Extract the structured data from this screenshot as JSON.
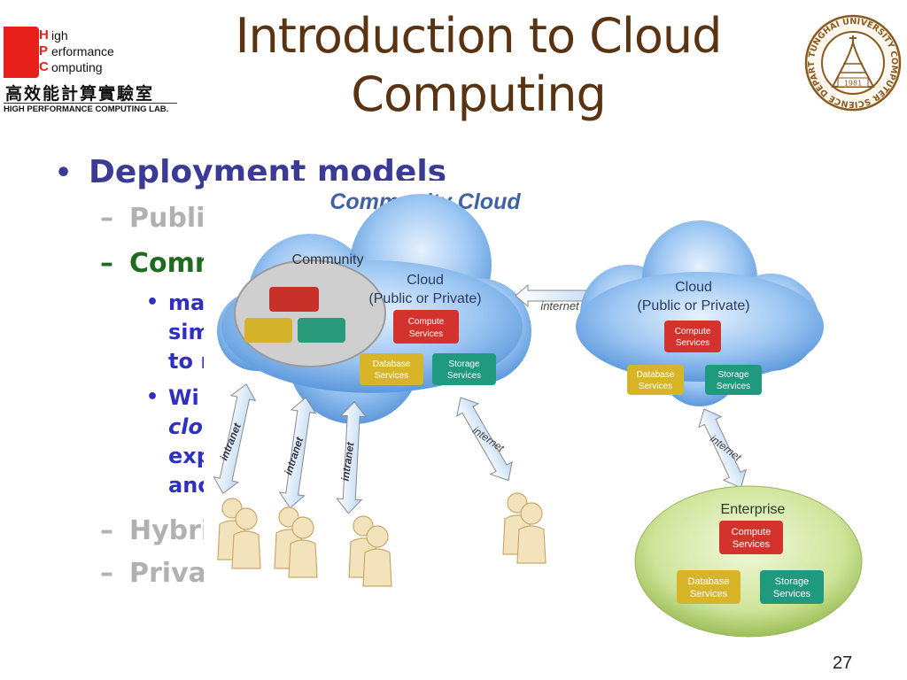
{
  "logo": {
    "letters": [
      "H",
      "P",
      "C"
    ],
    "words": [
      "igh",
      "erformance",
      "omputing"
    ],
    "chinese": "高效能計算實驗室",
    "lab": "HIGH PERFORMANCE COMPUTING LAB."
  },
  "title": {
    "line1": "Introduction to Cloud",
    "line2": "Computing"
  },
  "seal": {
    "outer_text": "TUNGHAI UNIVERSITY COMPUTER SCIENCE DEPARTMENT",
    "year": "1981"
  },
  "colors": {
    "title": "#5a3412",
    "bullet_blue": "#3b3b96",
    "sub_grey": "#b1b1b1",
    "sub_green": "#1f6b22",
    "l3_blue": "#3030c0",
    "logo_red": "#e8201c"
  },
  "bullets": {
    "main": "Deployment models",
    "sub1": "Publi",
    "sub2": "Comm",
    "l3a_1": "ma",
    "l3a_2": "sim",
    "l3a_3": "to r",
    "l3b_1": "Wi",
    "l3b_2": "clo",
    "l3b_3": "exp",
    "l3b_4": "anc",
    "sub3": "Hybri",
    "sub4": "Priva"
  },
  "diagram": {
    "title": "Community Cloud",
    "community_label": "Community",
    "cloud_left_title": "Cloud",
    "cloud_left_sub": "(Public or Private)",
    "cloud_right_title": "Cloud",
    "cloud_right_sub": "(Public or Private)",
    "compute": "Compute",
    "database": "Database",
    "storage": "Storage",
    "services": "Services",
    "internet": "internet",
    "intranet": "intranet",
    "enterprise": "Enterprise"
  },
  "page_number": "27"
}
